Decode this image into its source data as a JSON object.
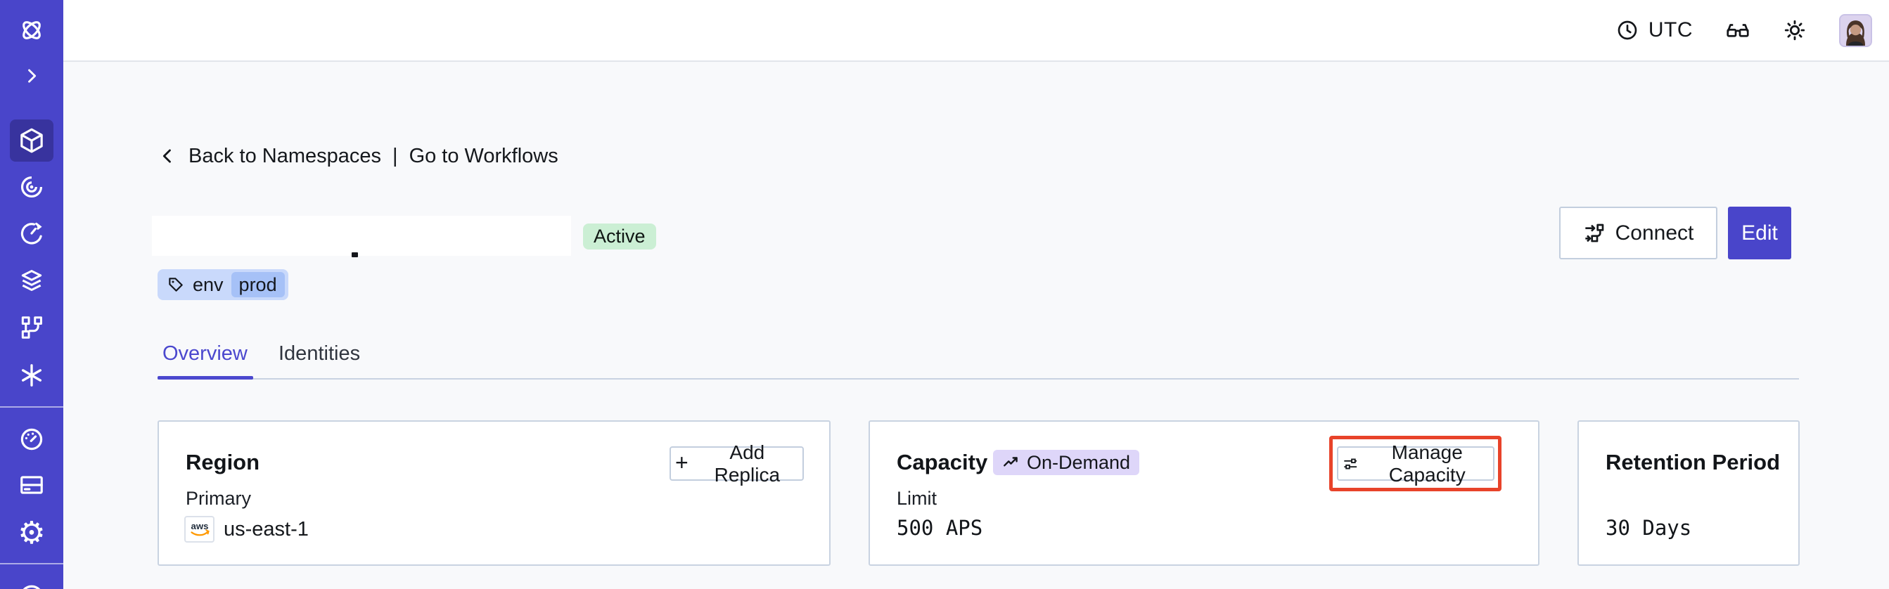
{
  "colors": {
    "sidebar": "#4945CA",
    "sidebar_active": "#38339E",
    "accent_indigo": "#4B48CE",
    "background": "#F8F9FB",
    "card_border": "#C9D3E1",
    "status_active_bg": "#CBEFD4",
    "tag_bg": "#C9D9FB",
    "tag_inner_bg": "#A6C1F7",
    "on_demand_badge_bg": "#DED6F9",
    "highlight_red": "#E8432A",
    "aws_orange": "#FF9900",
    "edit_button_bg": "#4945CA"
  },
  "sidebar": {
    "icons": [
      "temporal-logo",
      "expand-chevron",
      "namespaces-cube",
      "nexus-swirl",
      "schedules-clock",
      "layers",
      "branch-workflow",
      "asterisk",
      "usage-gauge",
      "billing-card",
      "settings-gear",
      "support-circle"
    ],
    "active_icon": "namespaces-cube"
  },
  "topbar": {
    "timezone": "UTC",
    "icons": [
      "clock-icon",
      "glasses-icon",
      "brightness-icon",
      "avatar"
    ]
  },
  "page": {
    "breadcrumb_back": "Back to Namespaces",
    "breadcrumb_separator": "|",
    "breadcrumb_forward": "Go to Workflows",
    "status": "Active",
    "tag": {
      "key": "env",
      "value": "prod"
    },
    "actions": {
      "connect": "Connect",
      "edit": "Edit"
    },
    "tabs": {
      "overview": "Overview",
      "identities": "Identities"
    }
  },
  "cards": {
    "region": {
      "title": "Region",
      "add_replica_plus": "+",
      "add_replica": "Add Replica",
      "label": "Primary",
      "provider": "aws",
      "value": "us-east-1"
    },
    "capacity": {
      "title": "Capacity",
      "badge": "On-Demand",
      "manage": "Manage Capacity",
      "label": "Limit",
      "value": "500 APS"
    },
    "retention": {
      "title": "Retention Period",
      "value": "30 Days"
    }
  }
}
